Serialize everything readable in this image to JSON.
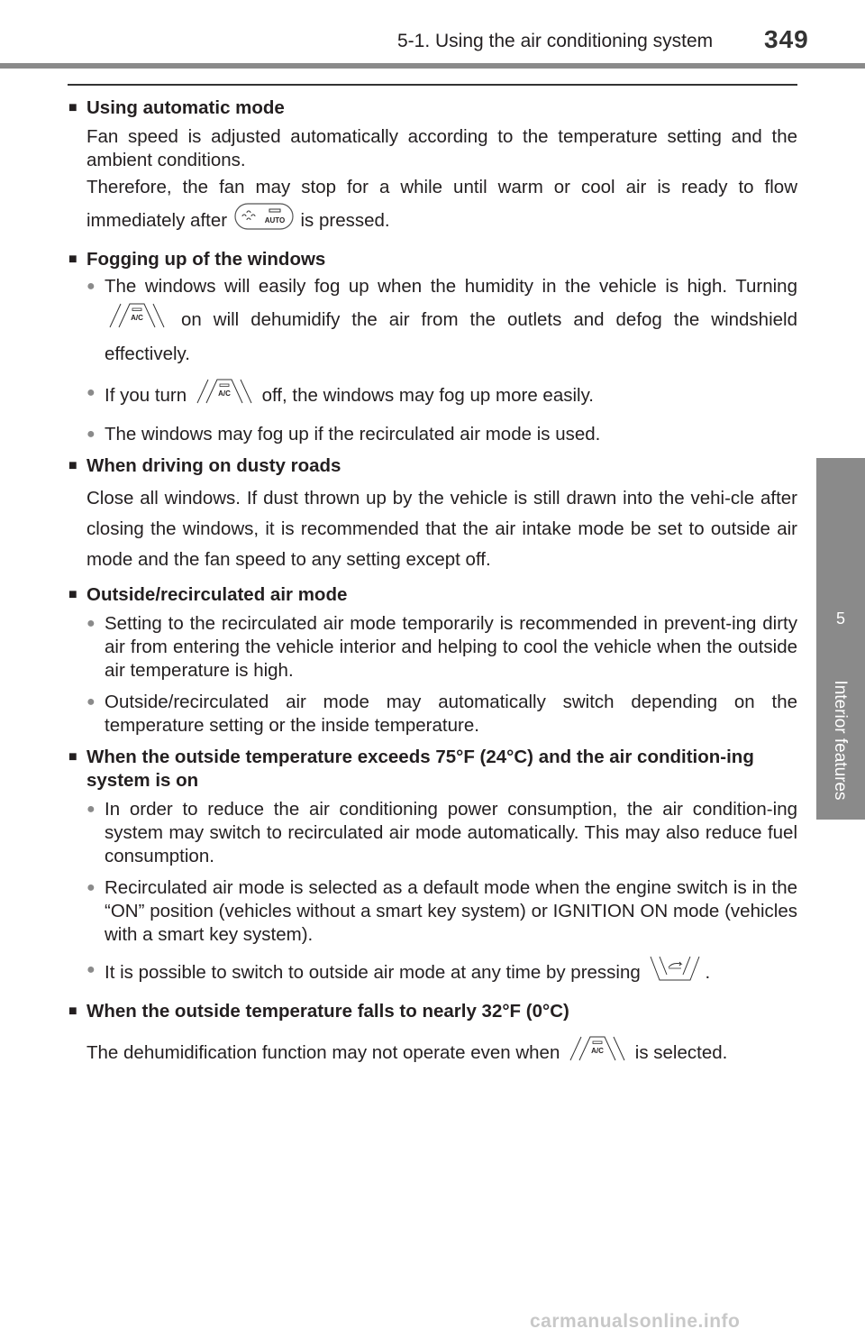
{
  "header": {
    "title": "5-1. Using the air conditioning system",
    "page_number": "349"
  },
  "side_tab": {
    "chapter": "5",
    "label": "Interior features"
  },
  "sections": {
    "auto": {
      "heading": "Using automatic mode",
      "p1": "Fan speed is adjusted automatically according to the temperature setting and the ambient conditions.",
      "p2a": "Therefore, the fan may stop for a while until warm or cool air is ready to flow immediately after",
      "p2b": "is pressed."
    },
    "fog": {
      "heading": "Fogging up of the windows",
      "b1a": "The windows will easily fog up when the humidity in the vehicle is high. Turning",
      "b1b": "on will dehumidify the air from the outlets and defog the windshield effectively.",
      "b2a": "If you turn",
      "b2b": "off, the windows may fog up more easily.",
      "b3": "The windows may fog up if the recirculated air mode is used."
    },
    "dusty": {
      "heading": "When driving on dusty roads",
      "p": "Close all windows. If dust thrown up by the vehicle is still drawn into the vehi-cle after closing the windows, it is recommended that the air intake mode be set to outside air mode and the fan speed to any setting except off."
    },
    "outside": {
      "heading": "Outside/recirculated air mode",
      "b1": "Setting to the recirculated air mode temporarily is recommended in prevent-ing dirty air from entering the vehicle interior and helping to cool the vehicle when the outside air temperature is high.",
      "b2": "Outside/recirculated air mode may automatically switch depending on the temperature setting or the inside temperature."
    },
    "hot": {
      "heading": "When the outside temperature exceeds 75°F (24°C) and the air condition-ing system is on",
      "b1": "In order to reduce the air conditioning power consumption, the air condition-ing system may switch to recirculated air mode automatically. This may also reduce fuel consumption.",
      "b2": "Recirculated air mode is selected as a default mode when the engine switch is in the “ON” position (vehicles without a smart key system) or IGNITION ON mode (vehicles with a smart key system).",
      "b3a": "It is possible to switch to outside air mode at any time by pressing",
      "b3b": "."
    },
    "cold": {
      "heading": "When the outside temperature falls to nearly 32°F (0°C)",
      "pa": "The dehumidification function may not operate even when",
      "pb": "is selected."
    }
  },
  "icons": {
    "auto_label": "AUTO",
    "ac_label": "A/C"
  },
  "watermark": "carmanualsonline.info"
}
